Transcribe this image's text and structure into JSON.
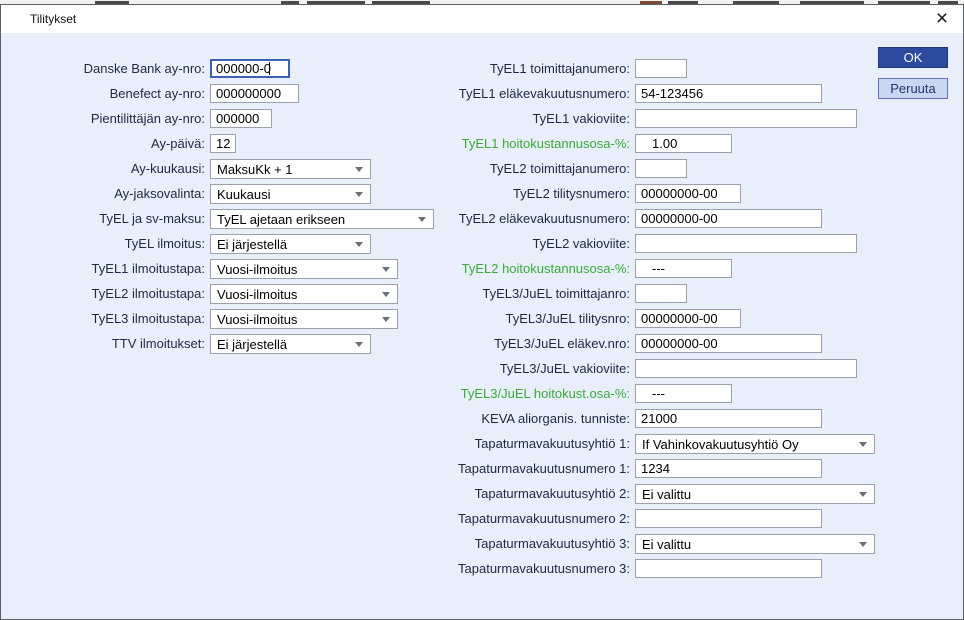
{
  "window": {
    "title": "Tilitykset",
    "close_glyph": "×"
  },
  "actions": {
    "ok": "OK",
    "cancel": "Peruuta"
  },
  "colors": {
    "dialog_bg": "#e8eefa",
    "accent_green": "#3aab3a",
    "ok_button_bg": "#2c4b9e",
    "cancel_button_bg": "#cbd7f2",
    "focus_border": "#3c62b5"
  },
  "left": [
    {
      "label": "Danske Bank ay-nro:",
      "value": "000000-0"
    },
    {
      "label": "Benefect ay-nro:",
      "value": "000000000"
    },
    {
      "label": "Pientilittäjän ay-nro:",
      "value": "000000"
    },
    {
      "label": "Ay-päivä:",
      "value": "12"
    },
    {
      "label": "Ay-kuukausi:",
      "value": "MaksuKk + 1"
    },
    {
      "label": "Ay-jaksovalinta:",
      "value": "Kuukausi"
    },
    {
      "label": "TyEL ja sv-maksu:",
      "value": "TyEL ajetaan erikseen"
    },
    {
      "label": "TyEL ilmoitus:",
      "value": "Ei järjestellä"
    },
    {
      "label": "TyEL1 ilmoitustapa:",
      "value": "Vuosi-ilmoitus"
    },
    {
      "label": "TyEL2 ilmoitustapa:",
      "value": "Vuosi-ilmoitus"
    },
    {
      "label": "TyEL3 ilmoitustapa:",
      "value": "Vuosi-ilmoitus"
    },
    {
      "label": "TTV ilmoitukset:",
      "value": "Ei järjestellä"
    }
  ],
  "right": [
    {
      "label": "TyEL1 toimittajanumero:",
      "value": ""
    },
    {
      "label": "TyEL1 eläkevakuutusnumero:",
      "value": "54-123456"
    },
    {
      "label": "TyEL1 vakioviite:",
      "value": ""
    },
    {
      "label": "TyEL1 hoitokustannusosa-%:",
      "value": "1.00"
    },
    {
      "label": "TyEL2 toimittajanumero:",
      "value": ""
    },
    {
      "label": "TyEL2 tilitysnumero:",
      "value": "00000000-00"
    },
    {
      "label": "TyEL2 eläkevakuutusnumero:",
      "value": "00000000-00"
    },
    {
      "label": "TyEL2 vakioviite:",
      "value": ""
    },
    {
      "label": "TyEL2 hoitokustannusosa-%:",
      "value": "---"
    },
    {
      "label": "TyEL3/JuEL toimittajanro:",
      "value": ""
    },
    {
      "label": "TyEL3/JuEL tilitysnro:",
      "value": "00000000-00"
    },
    {
      "label": "TyEL3/JuEL eläkev.nro:",
      "value": "00000000-00"
    },
    {
      "label": "TyEL3/JuEL vakioviite:",
      "value": ""
    },
    {
      "label": "TyEL3/JuEL hoitokust.osa-%:",
      "value": "---"
    },
    {
      "label": "KEVA aliorganis. tunniste:",
      "value": "21000"
    },
    {
      "label": "Tapaturmavakuutusyhtiö 1:",
      "value": "If Vahinkovakuutusyhtiö Oy"
    },
    {
      "label": "Tapaturmavakuutusnumero 1:",
      "value": "1234"
    },
    {
      "label": "Tapaturmavakuutusyhtiö 2:",
      "value": "Ei valittu"
    },
    {
      "label": "Tapaturmavakuutusnumero 2:",
      "value": ""
    },
    {
      "label": "Tapaturmavakuutusyhtiö 3:",
      "value": "Ei valittu"
    },
    {
      "label": "Tapaturmavakuutusnumero 3:",
      "value": ""
    }
  ]
}
